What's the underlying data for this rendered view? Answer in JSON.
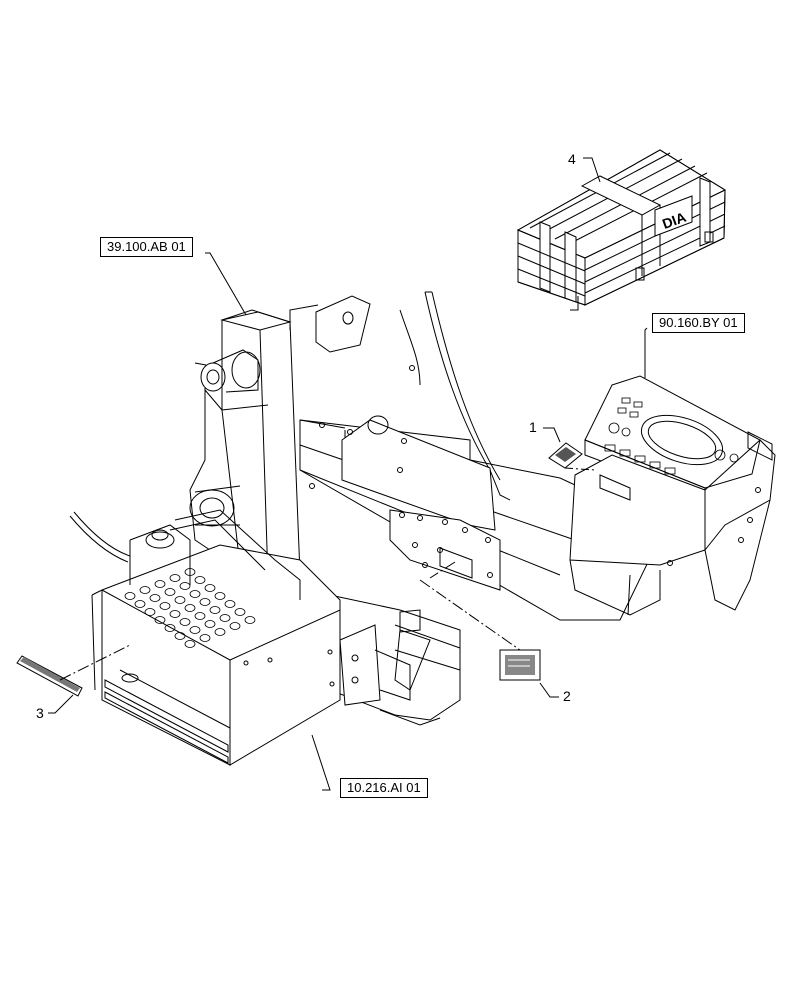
{
  "references": {
    "ref1": "39.100.AB 01",
    "ref2": "90.160.BY 01",
    "ref3": "10.216.AI 01"
  },
  "callouts": {
    "c1": "1",
    "c2": "2",
    "c3": "3",
    "c4": "4"
  },
  "crate_logo": "DIA",
  "colors": {
    "line": "#000000",
    "background": "#ffffff"
  }
}
